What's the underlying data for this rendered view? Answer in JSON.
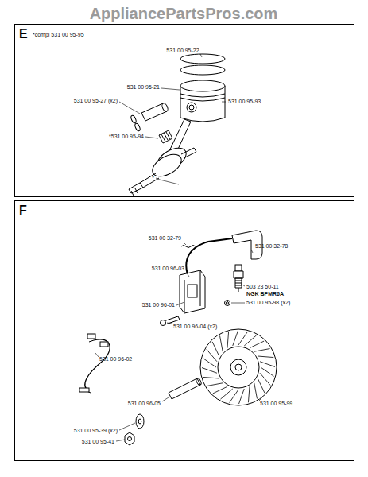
{
  "diagram": {
    "nodes": [
      {
        "text": [
          "E"
        ]
      },
      {
        "text": [
          "F"
        ]
      }
    ],
    "labels": [
      "AppliancePartsPros.com",
      "*compl 531 00 95-95",
      "531 00 95-22",
      "531 00 95-21",
      "531 00 95-27 (x2)",
      "531 00 95-93",
      "*531 00 95-94",
      "*",
      "531 00 32-79",
      "531 00 32-78",
      "531 00 96-03",
      "503 23 50-11",
      "NGK BPMR6A",
      "531 00 96-01",
      "531 00 95-98 (x2)",
      "531 00 96-04 (x2)",
      "531 00 96-02",
      "531 00 96-05",
      "531 00 95-99",
      "531 00 95-39 (x2)",
      "531 00 95-41"
    ]
  }
}
